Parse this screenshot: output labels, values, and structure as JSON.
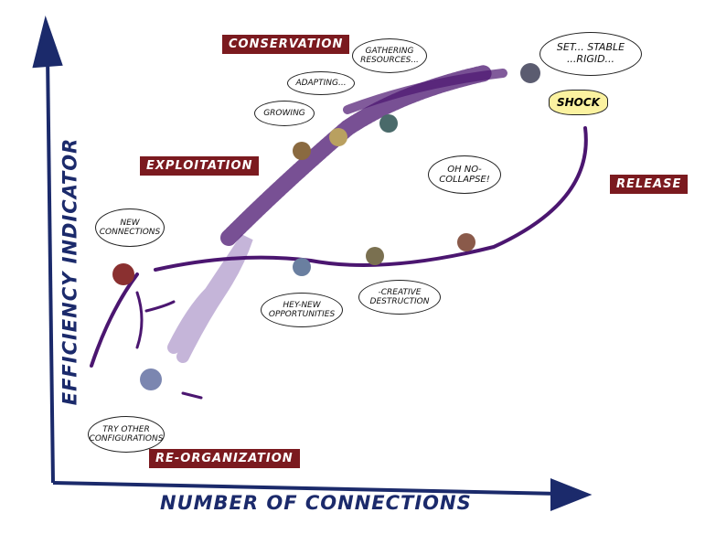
{
  "axes": {
    "y_label": "EFFICIENCY INDICATOR",
    "x_label": "NUMBER OF CONNECTIONS"
  },
  "phases": {
    "conservation": "CONSERVATION",
    "exploitation": "EXPLOITATION",
    "release": "RELEASE",
    "reorganization": "RE-ORGANIZATION"
  },
  "bubbles": {
    "gathering": "GATHERING RESOURCES...",
    "stable": "SET... STABLE ...RIGID...",
    "shock": "SHOCK",
    "adapting": "ADAPTING...",
    "growing": "GROWING",
    "new_connections": "NEW CONNECTIONS",
    "collapse": "OH NO- COLLAPSE!",
    "opportunities": "HEY-NEW OPPORTUNITIES",
    "destruction": "-CREATIVE DESTRUCTION",
    "configurations": "TRY OTHER CONFIGURATIONS"
  },
  "colors": {
    "axis": "#1b2a6b",
    "phase_label": "#7b1a1f",
    "curve": "#4b1670",
    "curve_light": "#b7a3cf"
  }
}
